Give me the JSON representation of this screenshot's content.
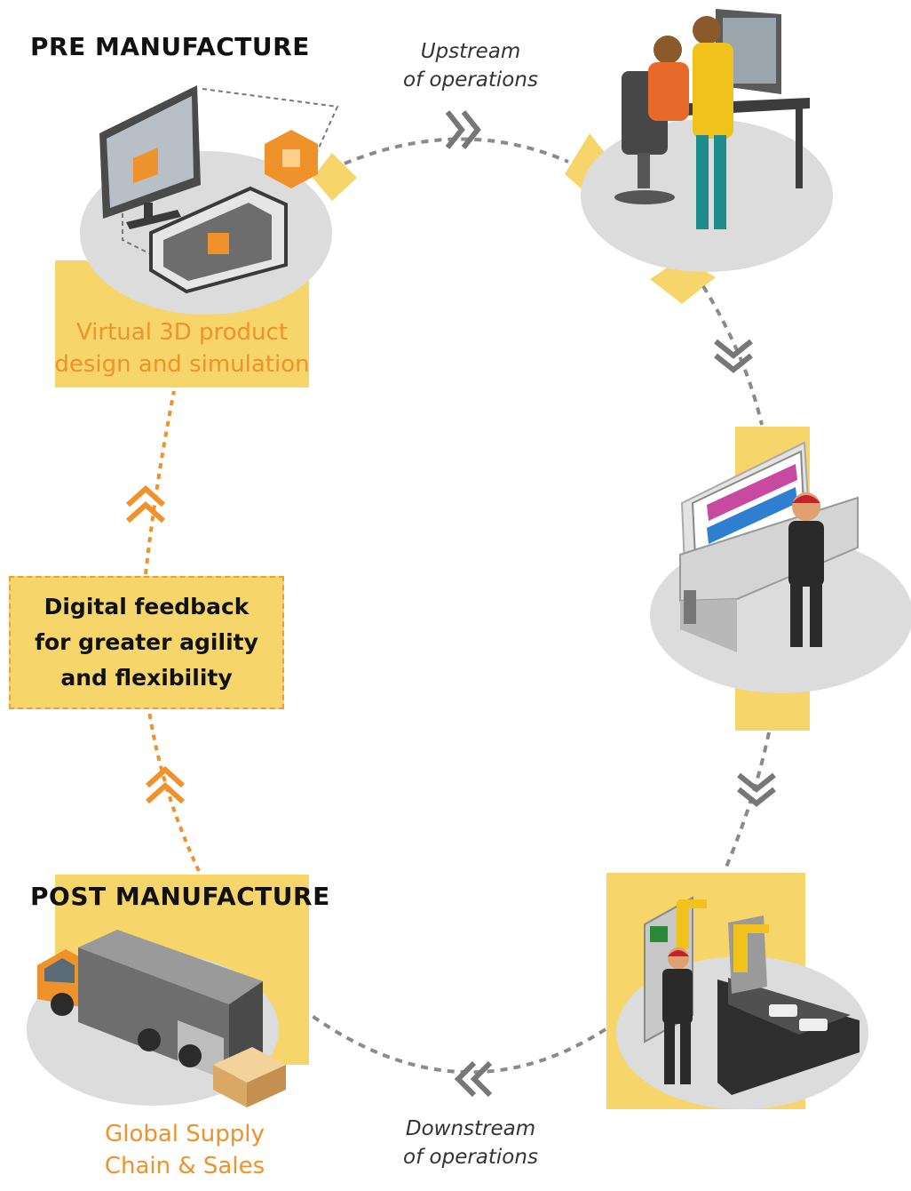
{
  "pre_manufacture": {
    "heading": "PRE MANUFACTURE",
    "caption_line1": "Virtual 3D product",
    "caption_line2": "design and simulation"
  },
  "post_manufacture": {
    "heading": "POST MANUFACTURE",
    "caption_line1": "Global Supply",
    "caption_line2": "Chain & Sales"
  },
  "upstream": {
    "line1": "Upstream",
    "line2": "of operations"
  },
  "downstream": {
    "line1": "Downstream",
    "line2": "of operations"
  },
  "feedback": {
    "line1": "Digital feedback",
    "line2": "for greater agility",
    "line3": "and flexibility"
  },
  "colors": {
    "accent_yellow": "#f6d56a",
    "accent_orange": "#f0922b",
    "flow_gray": "#8a8a8a",
    "platform_gray": "#dcdcdc"
  },
  "icons": [
    "3d-printer-icon",
    "engineers-workstation-icon",
    "control-panel-operator-icon",
    "robotic-assembly-line-icon",
    "delivery-truck-icon"
  ]
}
